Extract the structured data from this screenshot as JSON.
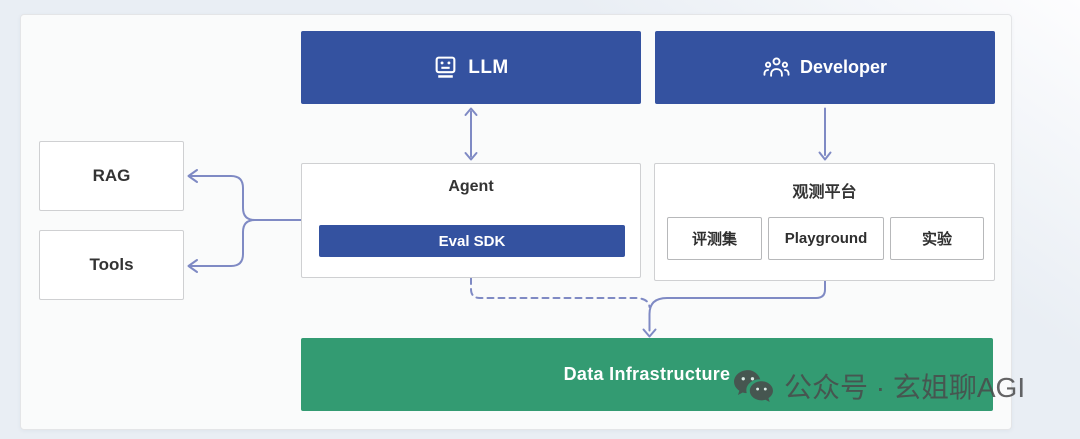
{
  "diagram": {
    "llm": {
      "label": "LLM"
    },
    "developer": {
      "label": "Developer"
    },
    "agent": {
      "title": "Agent",
      "sdk_label": "Eval SDK"
    },
    "platform": {
      "title": "观测平台",
      "items": [
        "评测集",
        "Playground",
        "实验"
      ]
    },
    "rag": {
      "label": "RAG"
    },
    "tools": {
      "label": "Tools"
    },
    "infrastructure": {
      "label": "Data Infrastructure"
    }
  },
  "colors": {
    "blue": "#3452a0",
    "green": "#339b72",
    "connector": "#7f8ac4"
  },
  "watermark": {
    "text": "公众号 · 玄姐聊AGI"
  }
}
